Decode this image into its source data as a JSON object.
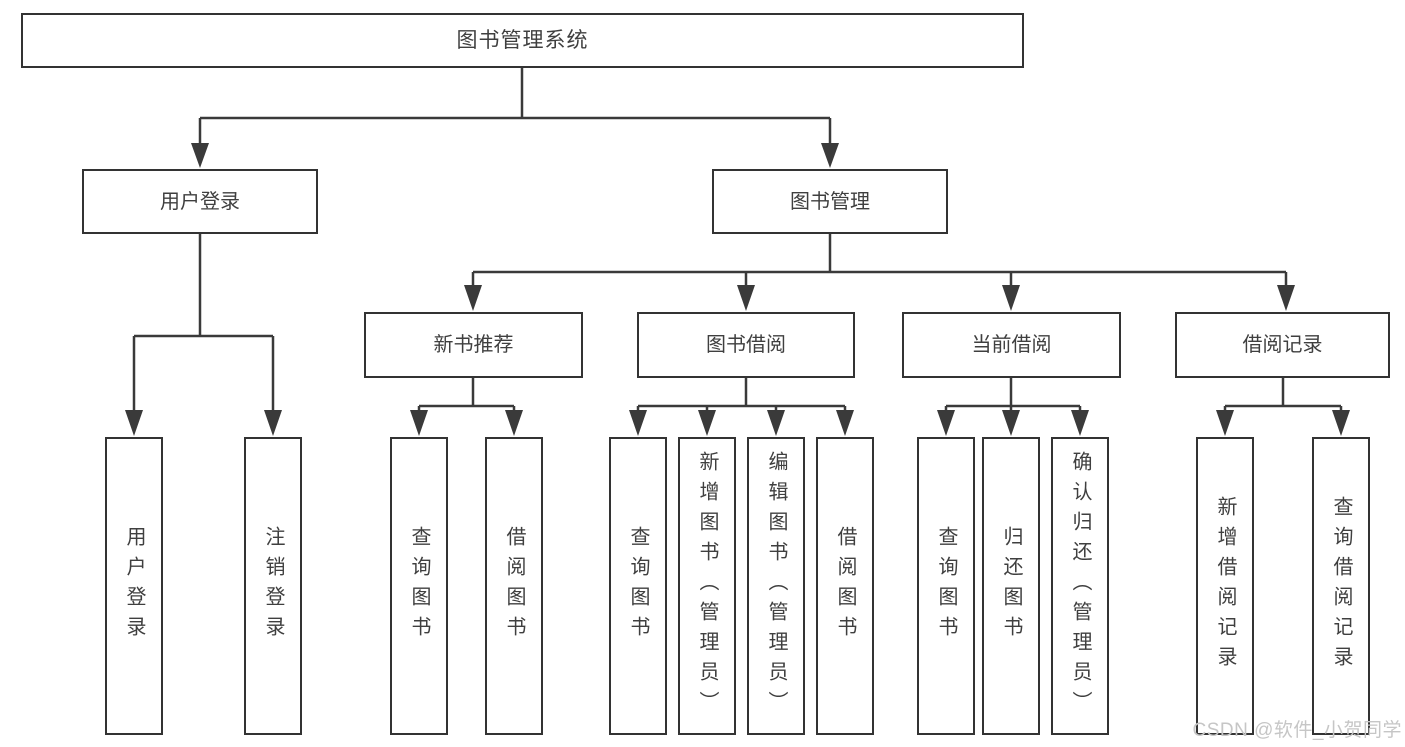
{
  "tree": {
    "label": "图书管理系统",
    "children": [
      {
        "label": "用户登录",
        "children": [
          {
            "label": "用户登录"
          },
          {
            "label": "注销登录"
          }
        ]
      },
      {
        "label": "图书管理",
        "children": [
          {
            "label": "新书推荐",
            "children": [
              {
                "label": "查询图书"
              },
              {
                "label": "借阅图书"
              }
            ]
          },
          {
            "label": "图书借阅",
            "children": [
              {
                "label": "查询图书"
              },
              {
                "label": "新增图书（管理员）"
              },
              {
                "label": "编辑图书（管理员）"
              },
              {
                "label": "借阅图书"
              }
            ]
          },
          {
            "label": "当前借阅",
            "children": [
              {
                "label": "查询图书"
              },
              {
                "label": "归还图书"
              },
              {
                "label": "确认归还（管理员）"
              }
            ]
          },
          {
            "label": "借阅记录",
            "children": [
              {
                "label": "新增借阅记录"
              },
              {
                "label": "查询借阅记录"
              }
            ]
          }
        ]
      }
    ]
  },
  "watermark": {
    "text": "CSDN @软件_小贺同学"
  },
  "colors": {
    "line": "#3a3a3a",
    "box_border": "#333333",
    "text": "#3f3f3f",
    "background": "#ffffff",
    "watermark": "#c6c6c6"
  }
}
